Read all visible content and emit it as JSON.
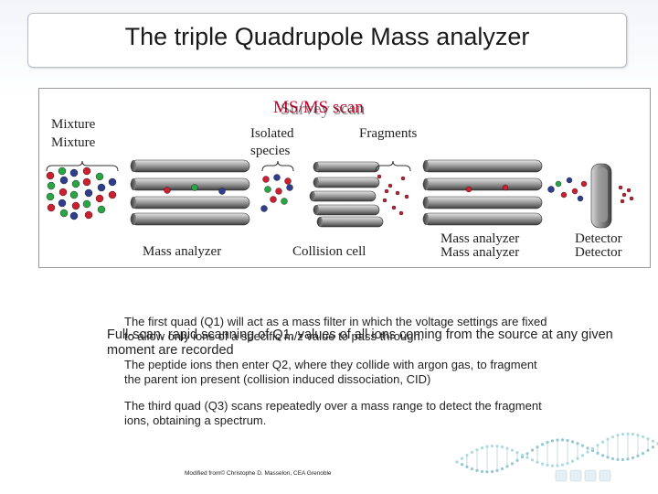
{
  "slide": {
    "title": "The triple Quadrupole Mass analyzer"
  },
  "diagram": {
    "scan_titles": [
      "MS/MS scan",
      "Survey scan"
    ],
    "mixture_label": "Mixture",
    "isolated_label": "Isolated species",
    "isolated_line1": "Isolated",
    "isolated_line2": "species",
    "fragments_label": "Fragments",
    "q1_label": "Mass analyzer",
    "q2_label": "Collision cell",
    "q3_label": "Mass analyzer",
    "detector_label": "Detector",
    "colors": {
      "rod_dark": "#555555",
      "rod_light": "#b5b5b5",
      "ion_red": "#cc1f2f",
      "ion_green": "#2aa545",
      "ion_blue": "#2f3e8c",
      "scan_title": "#c0002a"
    }
  },
  "text": {
    "q1_desc": "The first quad (Q1) will act as a mass filter in which the voltage settings are fixed to allow only ions of a specific m/z value to pass through.",
    "survey_overlay": "Full-scan, rapid scanning of Q1, values of all ions coming from the source at any given moment are recorded",
    "q2_desc": "The peptide ions then enter Q2, where they collide with argon gas, to fragment the parent ion present (collision induced dissociation, CID)",
    "q3_desc": "The third quad (Q3) scans repeatedly over a mass range to detect the fragment ions, obtaining a spectrum.",
    "credit": "Modified from© Christophe D. Masselon, CEA Grenoble"
  }
}
